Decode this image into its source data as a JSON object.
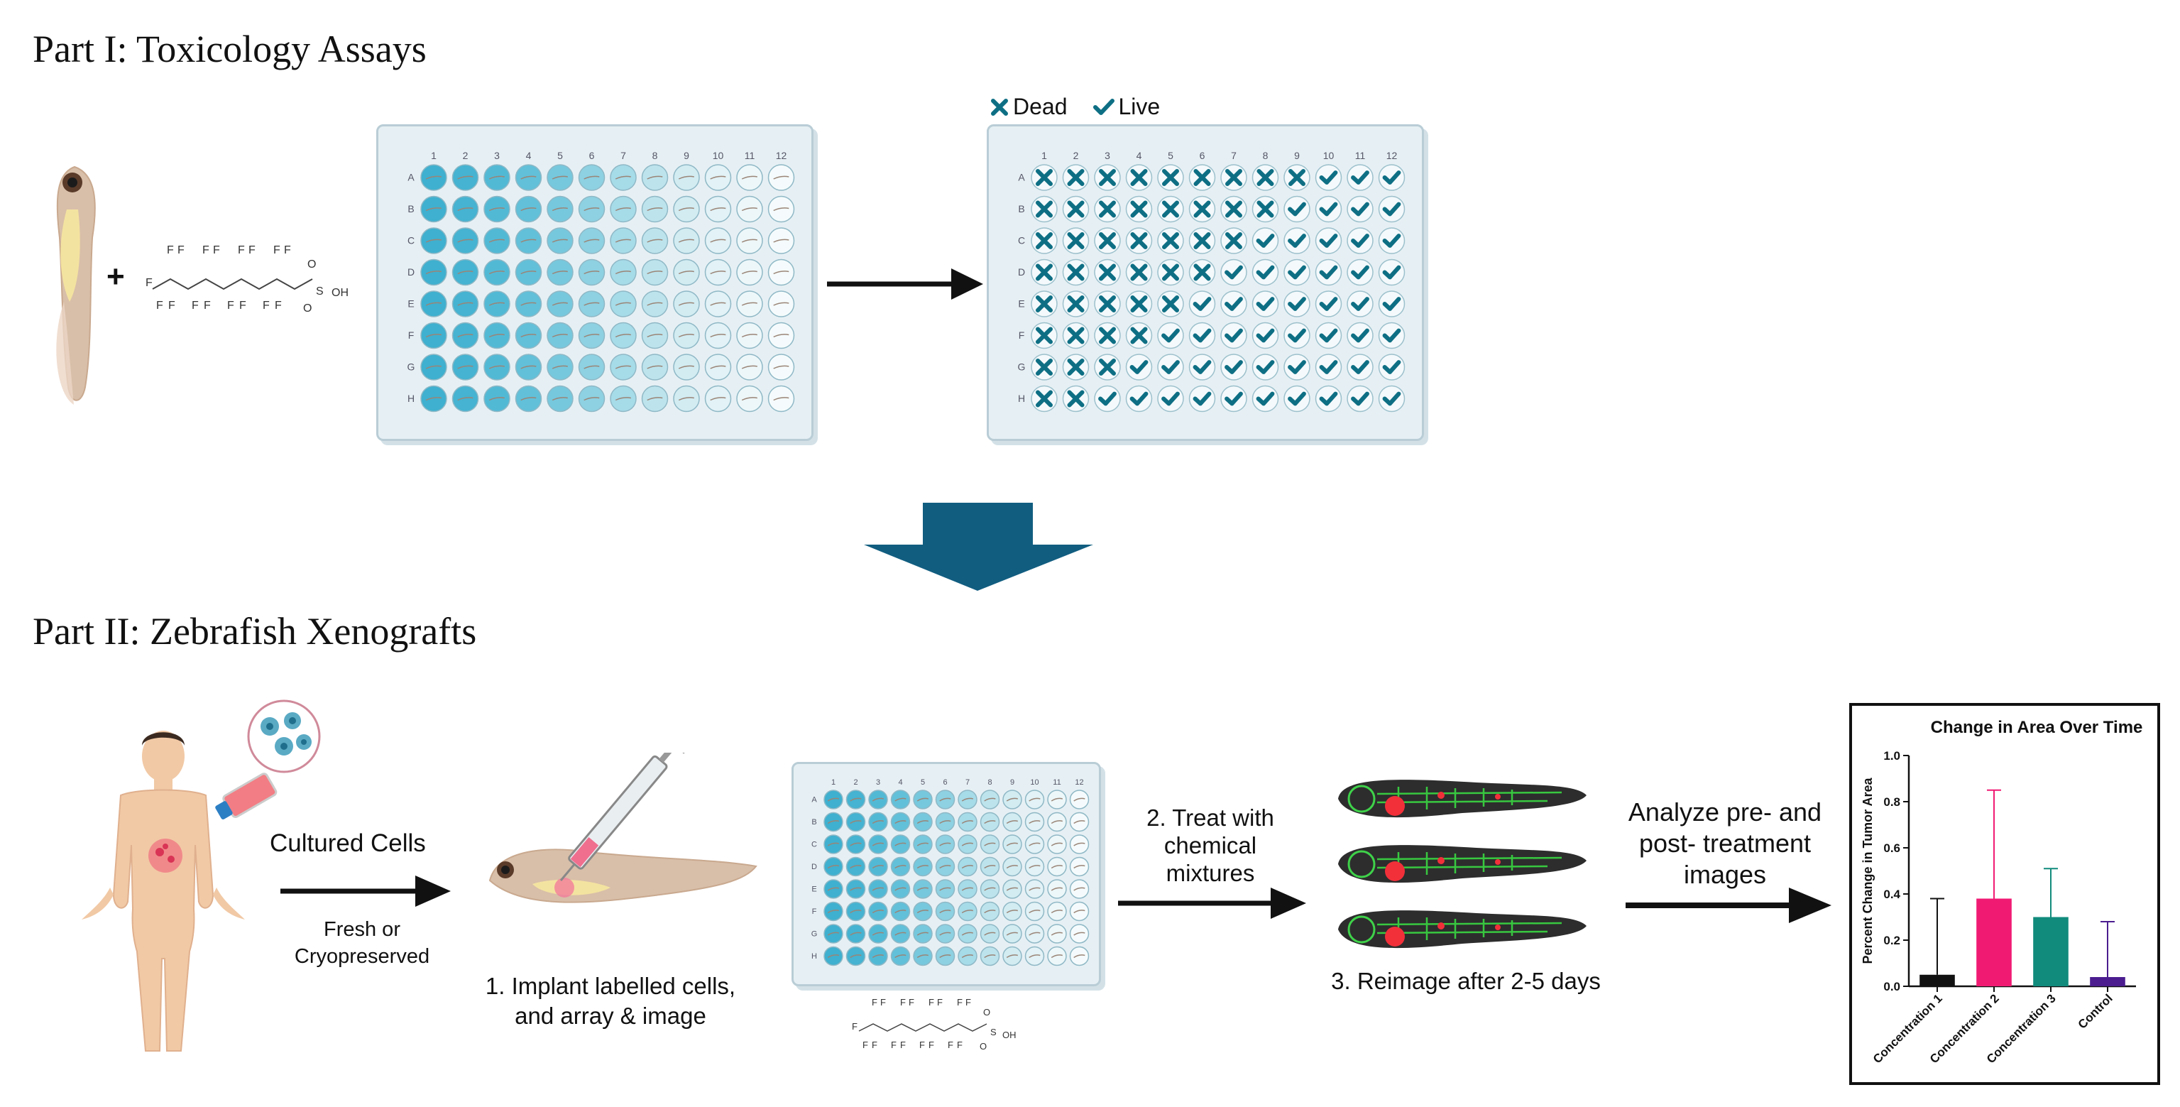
{
  "part1": {
    "title": "Part I: Toxicology Assays"
  },
  "part2": {
    "title": "Part II: Zebrafish Xenografts"
  },
  "legend": {
    "dead": "Dead",
    "live": "Live"
  },
  "plate": {
    "columns": [
      "1",
      "2",
      "3",
      "4",
      "5",
      "6",
      "7",
      "8",
      "9",
      "10",
      "11",
      "12"
    ],
    "rows": [
      "A",
      "B",
      "C",
      "D",
      "E",
      "F",
      "G",
      "H"
    ]
  },
  "chemical": {
    "plus": "+",
    "atom_f": "F",
    "atom_o": "O",
    "atom_s": "S",
    "group_oh": "OH"
  },
  "results_dead_counts": [
    9,
    8,
    7,
    6,
    5,
    4,
    3,
    2
  ],
  "steps": {
    "cultured": "Cultured Cells",
    "fresh_line1": "Fresh or",
    "fresh_line2": "Cryopreserved",
    "implant_line1": "1.  Implant labelled cells,",
    "implant_line2": "and array & image",
    "treat_line1": "2. Treat with",
    "treat_line2": "chemical",
    "treat_line3": "mixtures",
    "reimage": "3. Reimage after 2-5 days",
    "analyze_line1": "Analyze pre- and",
    "analyze_line2": "post- treatment",
    "analyze_line3": "images"
  },
  "colors": {
    "teal_dark": "#0e6f84",
    "well_blue": "#4db8d4",
    "big_arrow": "#115d80",
    "bar_black": "#111111",
    "bar_pink": "#f01a73",
    "bar_teal": "#118b7c",
    "bar_purple": "#4b1d8f"
  },
  "chart_data": {
    "type": "bar",
    "title": "Change in Area Over Time",
    "ylabel": "Percent Change in Tumor Area",
    "xlabel": "",
    "categories": [
      "Concentration 1",
      "Concentration 2",
      "Concentration 3",
      "Control"
    ],
    "values": [
      0.05,
      0.38,
      0.3,
      0.04
    ],
    "error_upper": [
      0.38,
      0.85,
      0.51,
      0.28
    ],
    "ylim": [
      0,
      1.0
    ],
    "yticks": [
      "0.0",
      "0.2",
      "0.4",
      "0.6",
      "0.8",
      "1.0"
    ],
    "bar_colors": [
      "#111111",
      "#f01a73",
      "#118b7c",
      "#4b1d8f"
    ],
    "grid": false
  }
}
